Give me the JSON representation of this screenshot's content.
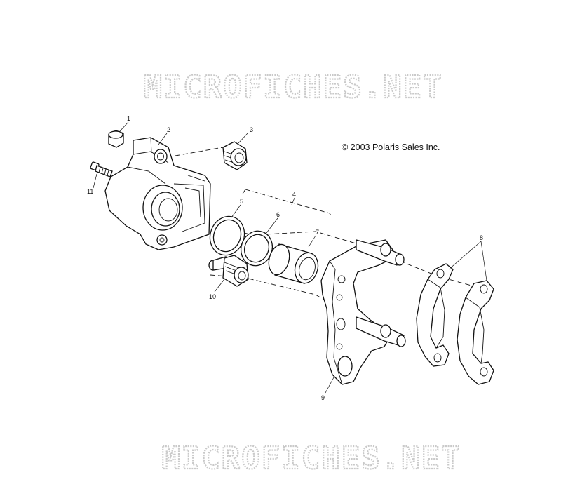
{
  "watermark": {
    "top": "MICROFICHES.NET",
    "bottom": "MICROFICHES.NET"
  },
  "copyright": "© 2003 Polaris Sales Inc.",
  "callouts": [
    {
      "id": "1",
      "label": "1"
    },
    {
      "id": "2",
      "label": "2"
    },
    {
      "id": "3",
      "label": "3"
    },
    {
      "id": "4",
      "label": "4"
    },
    {
      "id": "5",
      "label": "5"
    },
    {
      "id": "6",
      "label": "6"
    },
    {
      "id": "7",
      "label": "7"
    },
    {
      "id": "8",
      "label": "8"
    },
    {
      "id": "9",
      "label": "9"
    },
    {
      "id": "10",
      "label": "10"
    },
    {
      "id": "11",
      "label": "11"
    }
  ]
}
